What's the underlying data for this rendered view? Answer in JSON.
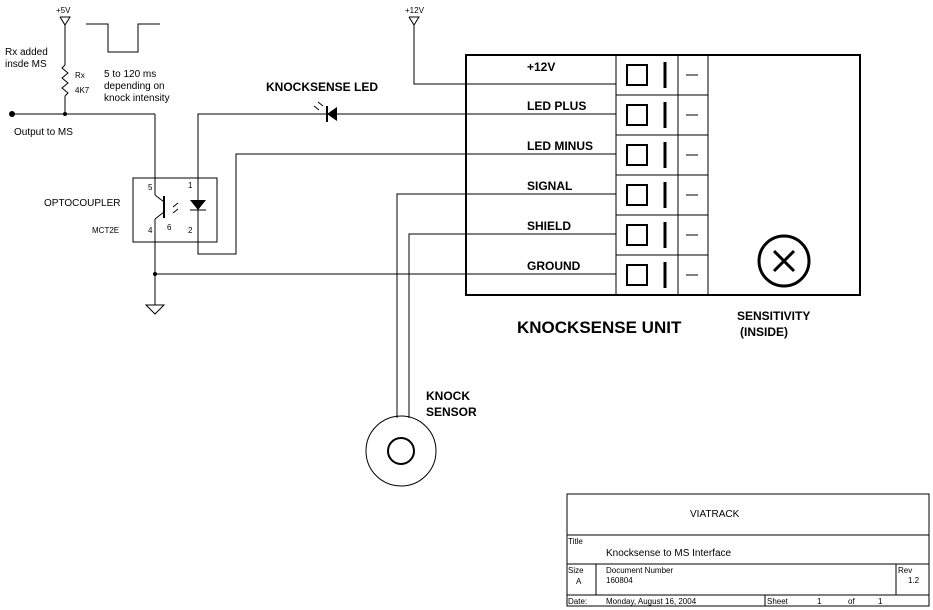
{
  "supplies": {
    "v5": "+5V",
    "v12": "+12V"
  },
  "notes": {
    "rx_added_1": "Rx added",
    "rx_added_2": "insde MS",
    "rx_label": "Rx",
    "rx_value": "4K7",
    "pulse_1": "5 to 120 ms",
    "pulse_2": "depending on",
    "pulse_3": "knock intensity",
    "output": "Output to MS"
  },
  "optocoupler": {
    "label": "OPTOCOUPLER",
    "part": "MCT2E",
    "pins": [
      "5",
      "4",
      "6",
      "1",
      "2"
    ]
  },
  "led_label": "KNOCKSENSE LED",
  "unit": {
    "title": "KNOCKSENSE UNIT",
    "terminals": [
      "+12V",
      "LED PLUS",
      "LED MINUS",
      "SIGNAL",
      "SHIELD",
      "GROUND"
    ],
    "sensitivity_1": "SENSITIVITY",
    "sensitivity_2": "(INSIDE)"
  },
  "sensor": {
    "line1": "KNOCK",
    "line2": "SENSOR"
  },
  "title_block": {
    "company": "VIATRACK",
    "title_label": "Title",
    "title": "Knocksense to MS Interface",
    "size_label": "Size",
    "size": "A",
    "docnum_label": "Document Number",
    "docnum": "160804",
    "rev_label": "Rev",
    "rev": "1.2",
    "date_label": "Date:",
    "date": "Monday, August 16, 2004",
    "sheet_label": "Sheet",
    "sheet_num": "1",
    "of_label": "of",
    "sheet_total": "1"
  }
}
